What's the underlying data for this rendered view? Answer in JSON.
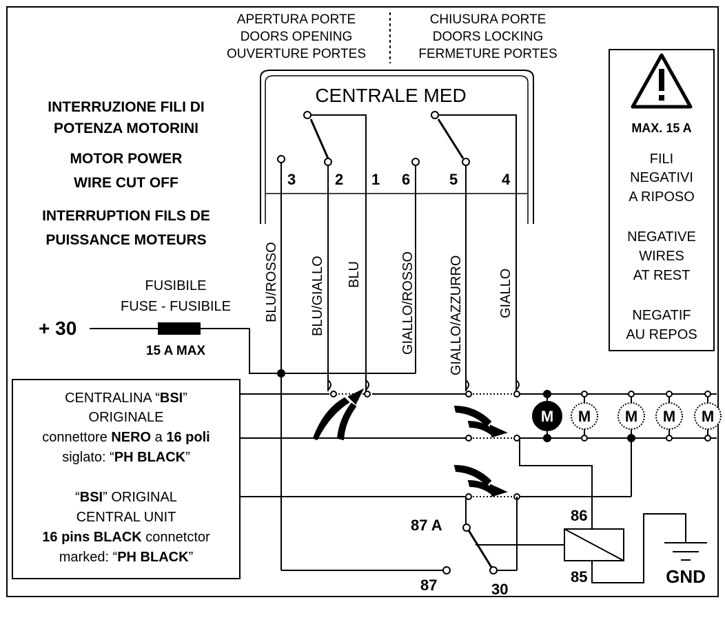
{
  "header": {
    "opening": [
      "APERTURA PORTE",
      "DOORS OPENING",
      "OUVERTURE PORTES"
    ],
    "locking": [
      "CHIUSURA PORTE",
      "DOORS LOCKING",
      "FERMETURE PORTES"
    ]
  },
  "central_unit": {
    "title": "CENTRALE MED",
    "pins": [
      "3",
      "2",
      "1",
      "6",
      "5",
      "4"
    ]
  },
  "left_notes": {
    "it": [
      "INTERRUZIONE FILI DI",
      "POTENZA MOTORINI"
    ],
    "en": [
      "MOTOR POWER",
      "WIRE CUT OFF"
    ],
    "fr": [
      "INTERRUPTION FILS DE",
      "PUISSANCE MOTEURS"
    ]
  },
  "wires": [
    "BLU/ROSSO",
    "BLU/GIALLO",
    "BLU",
    "GIALLO/ROSSO",
    "GIALLO/AZZURRO",
    "GIALLO"
  ],
  "fuse": {
    "label1": "FUSIBILE",
    "label2": "FUSE - FUSIBILE",
    "rating": "15 A MAX",
    "supply": "+ 30"
  },
  "warning": {
    "icon": "warning-triangle-icon",
    "max": "MAX. 15 A",
    "it": [
      "FILI",
      "NEGATIVI",
      "A RIPOSO"
    ],
    "en": [
      "NEGATIVE",
      "WIRES",
      "AT REST"
    ],
    "fr": [
      "NEGATIF",
      "AU REPOS"
    ]
  },
  "bsi_box": {
    "l1a": "CENTRALINA “",
    "l1b": "BSI",
    "l1c": "”",
    "l2": "ORIGINALE",
    "l3a": "connettore ",
    "l3b": "NERO",
    "l3c": " a ",
    "l3d": "16 poli",
    "l4a": "siglato: “",
    "l4b": "PH BLACK",
    "l4c": "”",
    "l5a": "“",
    "l5b": "BSI",
    "l5c": "” ORIGINAL",
    "l6": "CENTRAL UNIT",
    "l7a": "16 pins BLACK",
    "l7b": " connetctor",
    "l8a": "marked: “",
    "l8b": "PH BLACK",
    "l8c": "”"
  },
  "motors": [
    "M",
    "M",
    "M",
    "M",
    "M"
  ],
  "relay": {
    "pin86": "86",
    "pin85": "85",
    "pin87a": "87 A",
    "pin87": "87",
    "pin30": "30"
  },
  "ground": "GND"
}
